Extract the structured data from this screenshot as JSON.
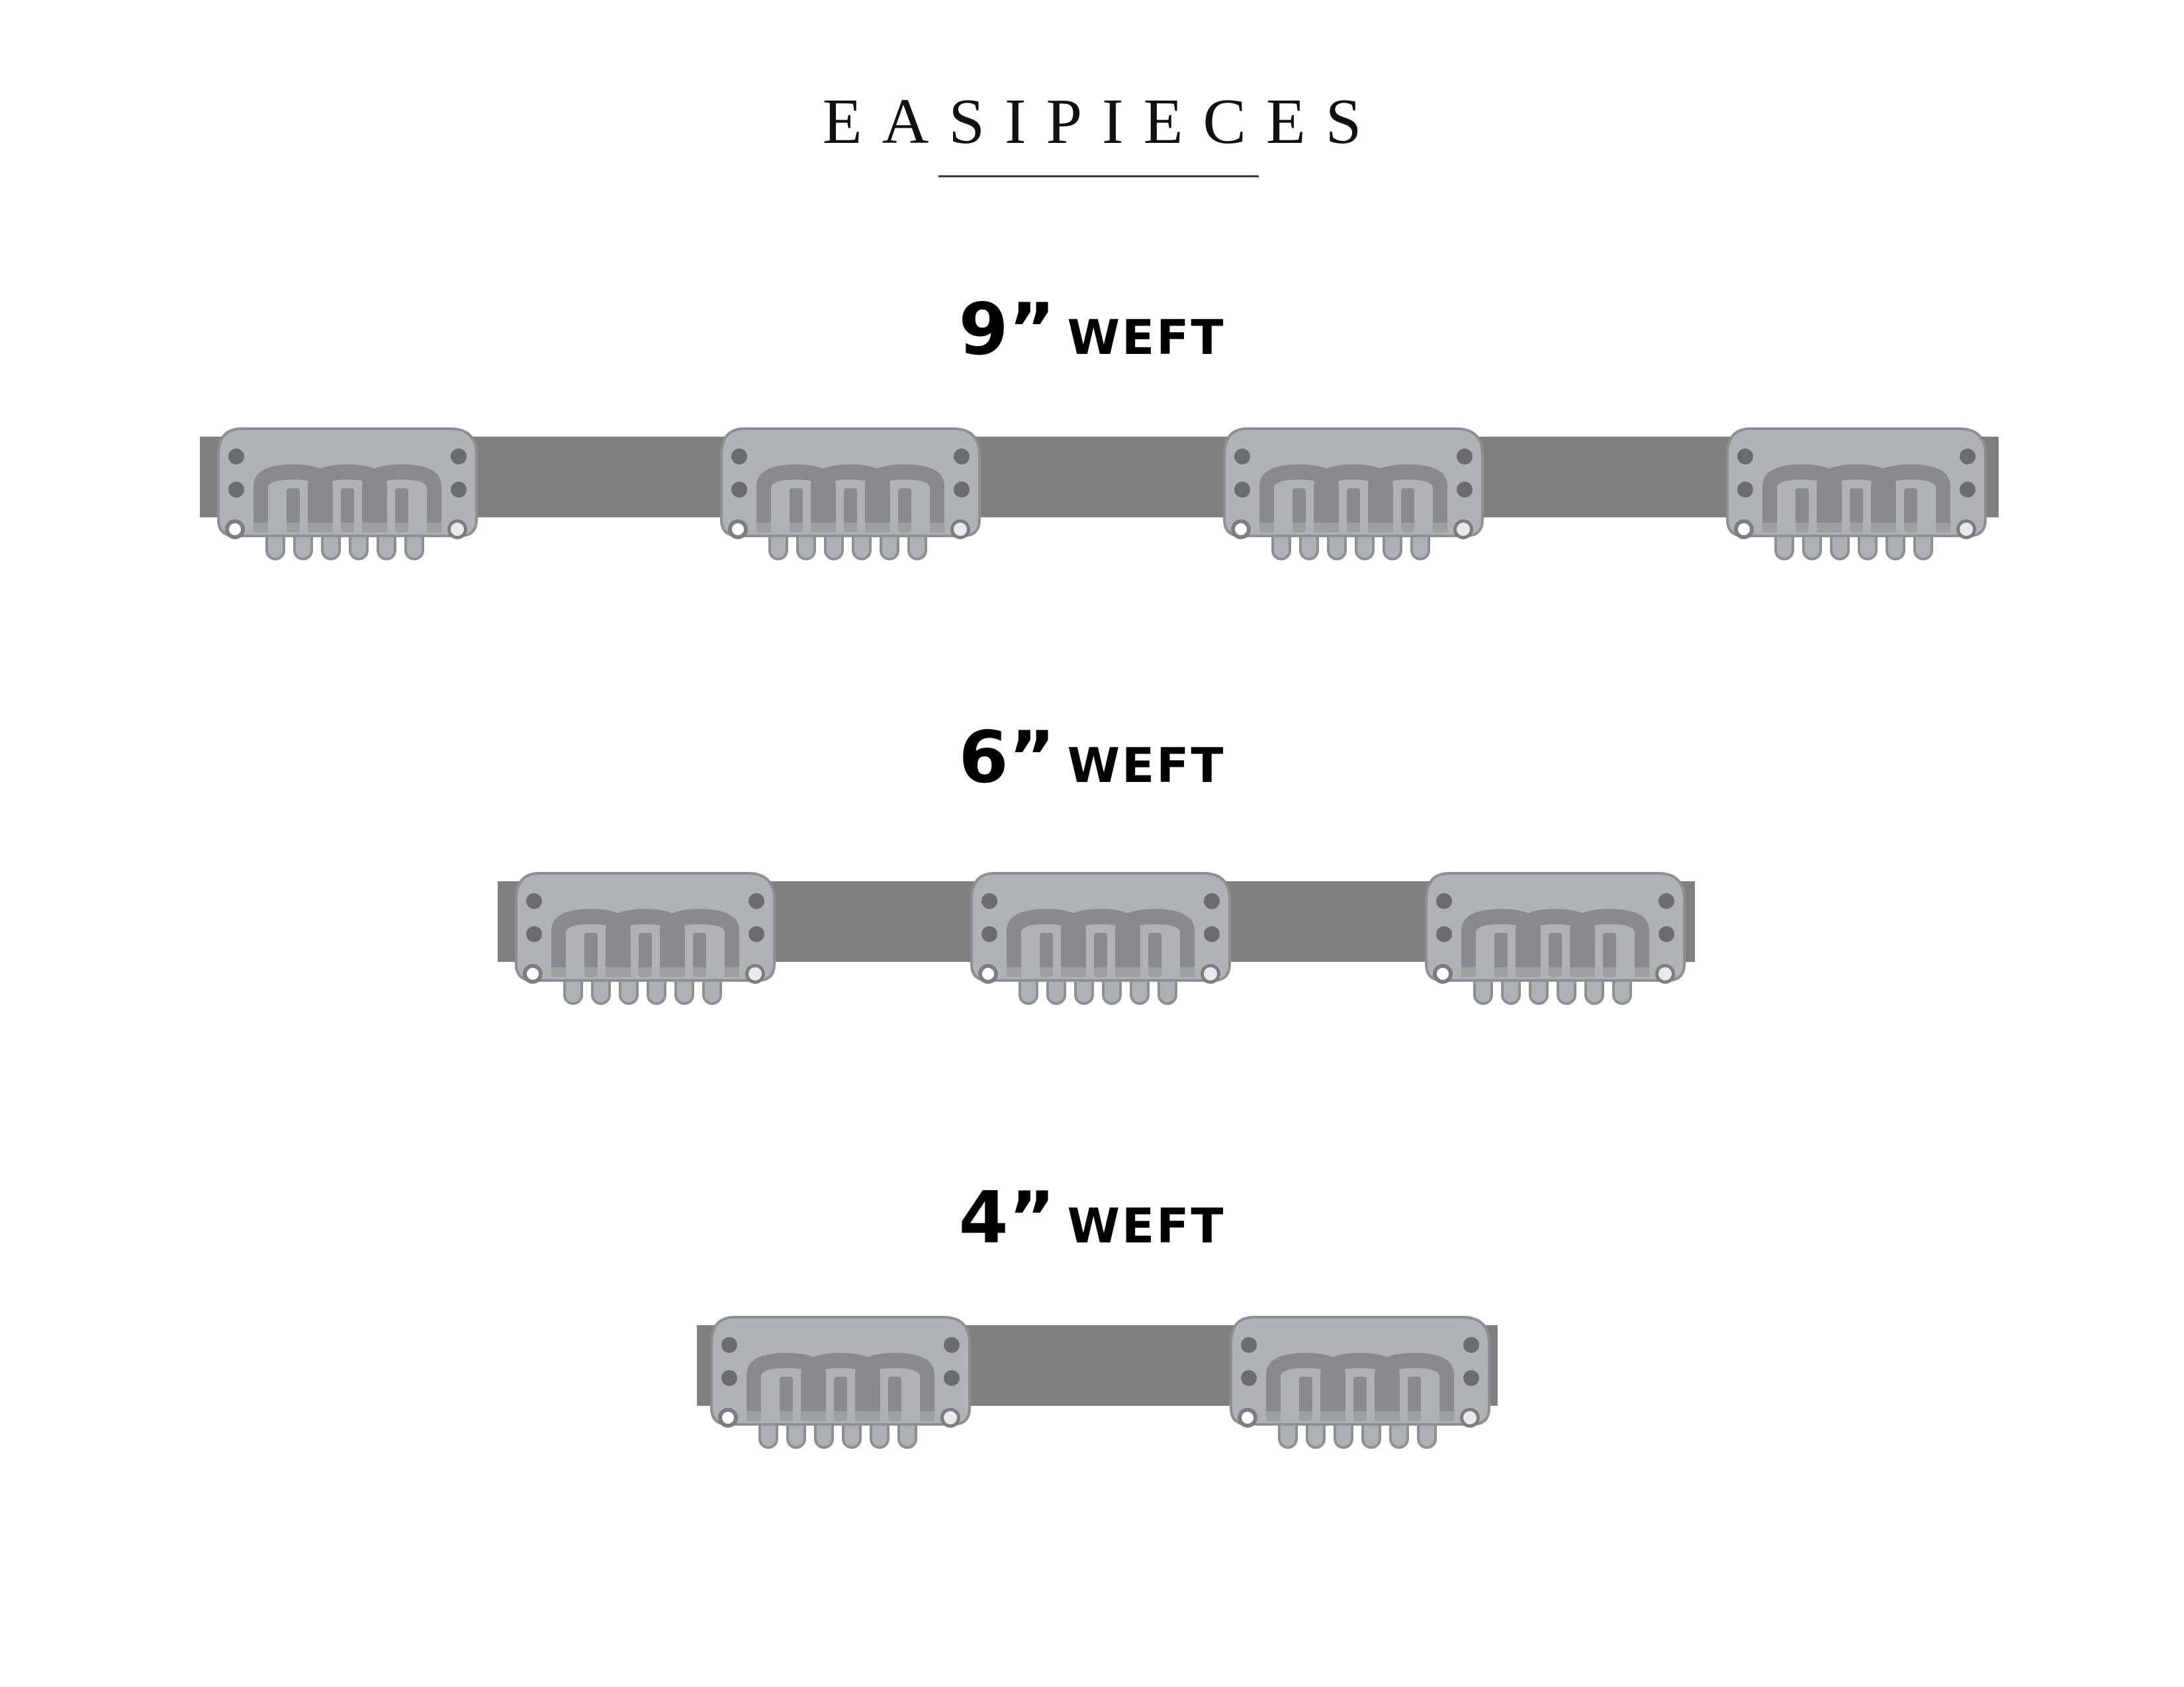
{
  "brand": {
    "name": "EASIPIECES"
  },
  "wefts": [
    {
      "size": "9”",
      "word": "WEFT",
      "clip_count": 4
    },
    {
      "size": "6”",
      "word": "WEFT",
      "clip_count": 3
    },
    {
      "size": "4”",
      "word": "WEFT",
      "clip_count": 2
    }
  ],
  "colors": {
    "weft_band": "#808080",
    "clip_body": "#b1b2b5",
    "clip_outline": "#8e8f92",
    "clip_cutout": "#8a8a8c",
    "clip_comb": "#aeb0b3",
    "clip_dot": "#6c6c6e",
    "clip_grommet_fill": "#ffffff",
    "clip_grommet_ring": "#7d7d80",
    "text": "#000000"
  },
  "icons": {
    "clip": "snap-clip-icon"
  }
}
